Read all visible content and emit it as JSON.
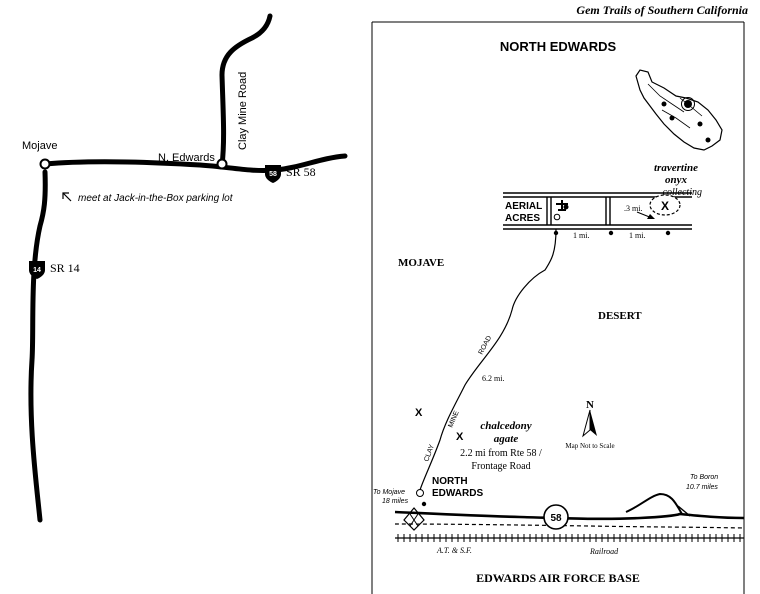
{
  "header": {
    "book_title": "Gem Trails of Southern California"
  },
  "left_map": {
    "towns": {
      "mojave": "Mojave",
      "north_edwards": "N. Edwards"
    },
    "roads": {
      "clay_mine_road": "Clay Mine Road",
      "sr58": "SR 58",
      "sr14": "SR 14"
    },
    "shields": {
      "sr58": "58",
      "sr14": "14"
    },
    "note": "meet at Jack-in-the-Box parking lot"
  },
  "right_map": {
    "title": "NORTH EDWARDS",
    "places": {
      "aerial_line1": "AERIAL",
      "aerial_line2": "ACRES",
      "mojave": "MOJAVE",
      "desert": "DESERT",
      "north_edwards_line1": "NORTH",
      "north_edwards_line2": "EDWARDS",
      "base": "EDWARDS AIR FORCE BASE"
    },
    "sites": {
      "travertine_line1": "travertine",
      "travertine_line2": "onyx",
      "collecting": "collecting",
      "travertine_marker": "X",
      "chalcedony_line1": "chalcedony",
      "chalcedony_line2": "agate",
      "chalcedony_note1": "2.2 mi from Rte 58 /",
      "chalcedony_note2": "Frontage Road",
      "chalcedony_marker": "X",
      "extra_marker": "X"
    },
    "distances": {
      "d1": "1 mi.",
      "d2": "1 mi.",
      "d3": ".3 mi.",
      "road": "6.2 mi."
    },
    "road_label": [
      "CLAY",
      "MINE",
      "ROAD"
    ],
    "edges": {
      "to_mojave_1": "To Mojave",
      "to_mojave_2": "18 miles",
      "to_boron_1": "To Boron",
      "to_boron_2": "10.7 miles"
    },
    "railroad": {
      "at_sf": "A.T. & S.F.",
      "label": "Railroad"
    },
    "shield_58": "58",
    "compass": {
      "north": "N",
      "note": "Map Not to Scale"
    }
  }
}
